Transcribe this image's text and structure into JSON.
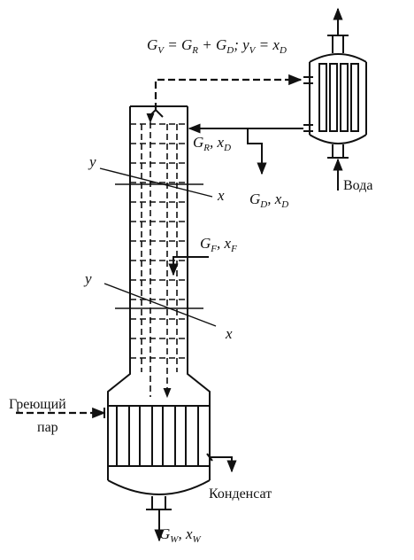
{
  "labels": {
    "top_eq": {
      "G": "G",
      "v": "V",
      "eq1": " = G",
      "R": "R",
      "plus": " + G",
      "D": "D",
      "semi": "; y",
      "v2": "V",
      "eq2": " = x",
      "D2": "D"
    },
    "reflux": {
      "G": "G",
      "R": "R",
      "comma": ", x",
      "D": "D"
    },
    "distillate": {
      "G": "G",
      "D": "D",
      "comma": ", x",
      "D2": "D"
    },
    "feed": {
      "G": "G",
      "F": "F",
      "comma": ", x",
      "F2": "F"
    },
    "bottoms": {
      "G": "G",
      "W": "W",
      "comma": ", x",
      "W2": "W"
    },
    "y_upper": "y",
    "x_upper": "x",
    "y_lower": "y",
    "x_lower": "x",
    "water": "Вода",
    "steam_line1": "Греющий",
    "steam_line2": "пар",
    "condensate": "Конденсат"
  }
}
